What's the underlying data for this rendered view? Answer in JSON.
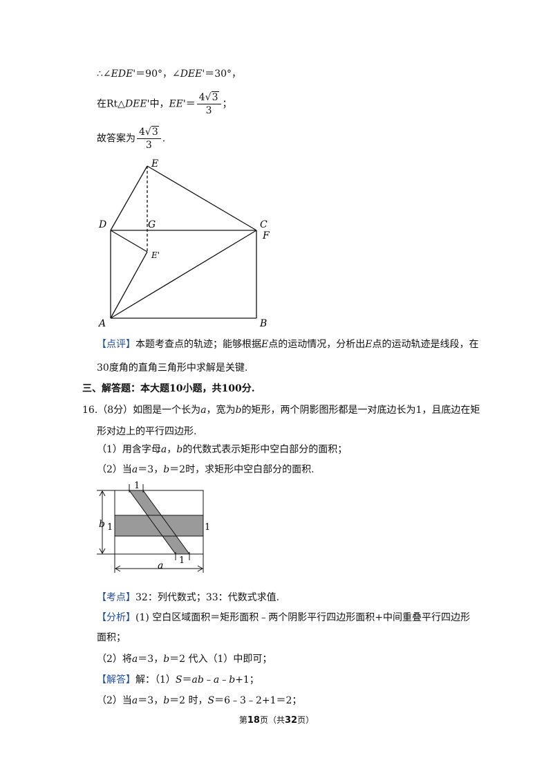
{
  "lines": {
    "l1_pre": "∴∠",
    "l1_ede": "EDE'",
    "l1_mid": "＝90°，∠",
    "l1_dee": "DEE'",
    "l1_end": "＝30°，",
    "l2_pre": "在Rt△",
    "l2_tri": "DEE'",
    "l2_mid": "中，",
    "l2_var": "EE'",
    "l2_eq": "＝",
    "frac_num_coef": "4",
    "frac_num_rad": "3",
    "frac_den": "3",
    "l2_end": "；",
    "l3_pre": "故答案为",
    "l3_end": "."
  },
  "fig1": {
    "labels": {
      "E": "E",
      "D": "D",
      "G": "G",
      "C": "C",
      "F": "F",
      "Ep": "E'",
      "A": "A",
      "B": "B"
    }
  },
  "comment": {
    "tag": "【点评】",
    "p1": "本题考查点的轨迹；能够根据",
    "v1": "E",
    "p2": "点的运动情况，分析出",
    "v2": "E",
    "p3": "点的运动轨迹是线段，在",
    "line2": "30度角的直角三角形中求解是关键."
  },
  "section": {
    "title": "三、解答题：本大题10小题，共100分."
  },
  "problem16": {
    "num": "16.",
    "score": "（8分）",
    "t1": "如图是一个长为",
    "va": "a",
    "t2": "，宽为",
    "vb": "b",
    "t3": "的矩形，两个阴影图形都是一对底边长为1，且底边在矩",
    "line2": "形对边上的平行四边形.",
    "q1_pre": "（1）用含字母",
    "q1_a": "a",
    "q1_sep": "，",
    "q1_b": "b",
    "q1_end": "的代数式表示矩形中空白部分的面积；",
    "q2_pre": "（2）当",
    "q2_a": "a",
    "q2_m1": "＝3，",
    "q2_b": "b",
    "q2_end": "＝2时，求矩形中空白部分的面积."
  },
  "fig2": {
    "labels": {
      "top1": "1",
      "left1": "1",
      "right1": "1",
      "bottom1": "1",
      "b": "b",
      "a": "a"
    },
    "shade_color": "#9a9a9a"
  },
  "analysis": {
    "kp_tag": "【考点】",
    "kp_text": "32：列代数式；33：代数式求值.",
    "fx_tag": "【分析】",
    "fx_text": "(1) 空白区域面积＝矩形面积﹣两个阴影平行四边形面积+中间重叠平行四边形",
    "fx_line2": "面积；",
    "fx2_pre": "（2）将",
    "fx2_a": "a",
    "fx2_m": "＝3，",
    "fx2_b": "b",
    "fx2_end": "＝2 代入（1）中即可；",
    "ans_tag": "【解答】",
    "ans_pre": "解：（1）",
    "ans_s": "S",
    "ans_eq": "＝",
    "ans_ab": "ab",
    "ans_m1": "﹣",
    "ans_a2": "a",
    "ans_m2": "﹣",
    "ans_b2": "b",
    "ans_end": "+1；",
    "ans2_pre": "（2）当",
    "ans2_a": "a",
    "ans2_m1": "＝3，",
    "ans2_b": "b",
    "ans2_m2": "＝2 时，",
    "ans2_s": "S",
    "ans2_end": "＝6﹣3﹣2+1＝2；"
  },
  "footer": {
    "p1": "第",
    "page": "18",
    "p2": "页（共",
    "total": "32",
    "p3": "页）"
  }
}
